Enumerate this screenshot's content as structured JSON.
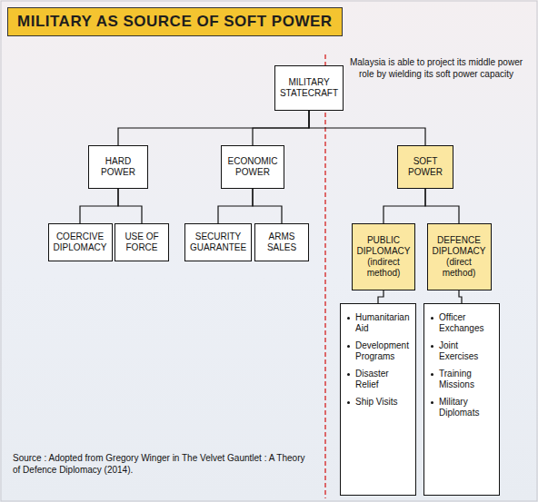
{
  "diagram": {
    "title": "MILITARY AS SOURCE OF SOFT POWER",
    "nodes": [
      {
        "text": [
          "MILITARY STATECRAFT"
        ]
      },
      {
        "text": [
          "HARD POWER"
        ]
      },
      {
        "text": [
          "ECONOMIC POWER"
        ]
      },
      {
        "text": [
          "SOFT POWER"
        ]
      },
      {
        "text": [
          "COERCIVE DIPLOMACY"
        ]
      },
      {
        "text": [
          "USE OF FORCE"
        ]
      },
      {
        "text": [
          "SECURITY GUARANTEE"
        ]
      },
      {
        "text": [
          "ARMS SALES"
        ]
      },
      {
        "text": [
          "PUBLIC DIPLOMACY (indirect method)"
        ]
      },
      {
        "text": [
          "DEFENCE DIPLOMACY (direct method)"
        ]
      },
      {
        "text": [
          "Humanitarian Aid",
          "Development Programs",
          "Disaster Relief",
          "Ship Visits"
        ]
      },
      {
        "text": [
          "Officer Exchanges",
          "Joint Exercises",
          "Training Missions",
          "Military Diplomats"
        ]
      }
    ],
    "edges": [
      {
        "from": 0,
        "to": 1,
        "arrow": "none"
      },
      {
        "from": 0,
        "to": 2,
        "arrow": "none"
      },
      {
        "from": 0,
        "to": 3,
        "arrow": "none"
      },
      {
        "from": 1,
        "to": 4,
        "arrow": "none"
      },
      {
        "from": 1,
        "to": 5,
        "arrow": "none"
      },
      {
        "from": 2,
        "to": 6,
        "arrow": "none"
      },
      {
        "from": 2,
        "to": 7,
        "arrow": "none"
      },
      {
        "from": 3,
        "to": 8,
        "arrow": "none"
      },
      {
        "from": 3,
        "to": 9,
        "arrow": "none"
      },
      {
        "from": 8,
        "to": 10,
        "arrow": "none"
      },
      {
        "from": 9,
        "to": 11,
        "arrow": "none"
      }
    ],
    "labels": [
      "Malaysia is able to project its middle power role by wielding its soft power capacity",
      "Source : Adopted from Gregory Winger in The Velvet Gauntlet : A Theory of Defence Diplomacy (2014)."
    ]
  }
}
